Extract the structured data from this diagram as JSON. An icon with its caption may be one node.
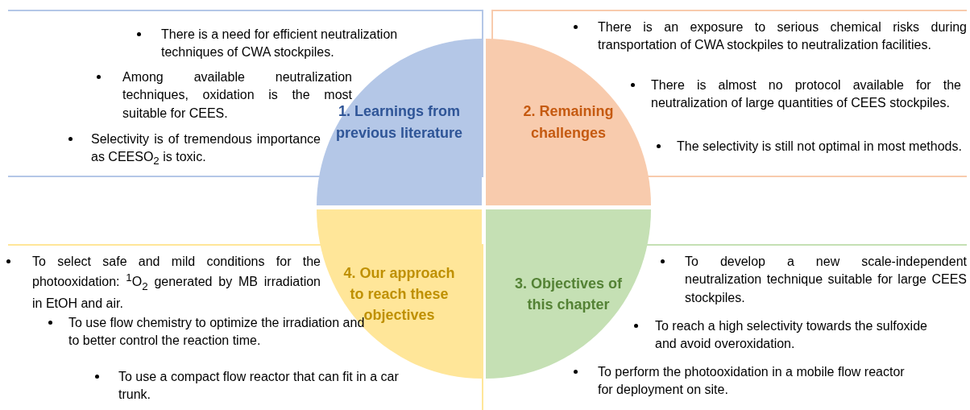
{
  "diagram": {
    "nodes": [
      {
        "text": [
          "There is a need for efficient neutralization techniques of CWA stockpiles.",
          "Among available neutralization techniques, oxidation is the most suitable for CEES.",
          "Selectivity is of tremendous importance as CEESO$_{2}$ is toxic."
        ]
      },
      {
        "text": [
          "1. Learnings from previous literature"
        ]
      },
      {
        "text": [
          "2. Remaining challenges"
        ]
      },
      {
        "text": [
          "There is an exposure to serious chemical risks during transportation of CWA stockpiles to neutralization facilities.",
          "There is almost no protocol available for the neutralization of large quantities of CEES stockpiles.",
          "The selectivity is still not optimal in most methods."
        ]
      },
      {
        "text": [
          "4. Our approach to reach these objectives"
        ]
      },
      {
        "text": [
          "3. Objectives of this chapter"
        ]
      },
      {
        "text": [
          "To select safe and mild conditions for the photooxidation: $^{1}$O$_{2}$ generated by MB irradiation in EtOH and air.",
          "To use flow chemistry to optimize the irradiation and to better control the reaction time.",
          "To use a compact flow reactor that can fit in a car trunk."
        ]
      },
      {
        "text": [
          "To develop a new scale-independent neutralization technique suitable for large CEES stockpiles.",
          "To reach a high selectivity towards the sulfoxide and avoid overoxidation.",
          "To perform the photooxidation in a mobile flow reactor for deployment on site."
        ]
      }
    ]
  }
}
